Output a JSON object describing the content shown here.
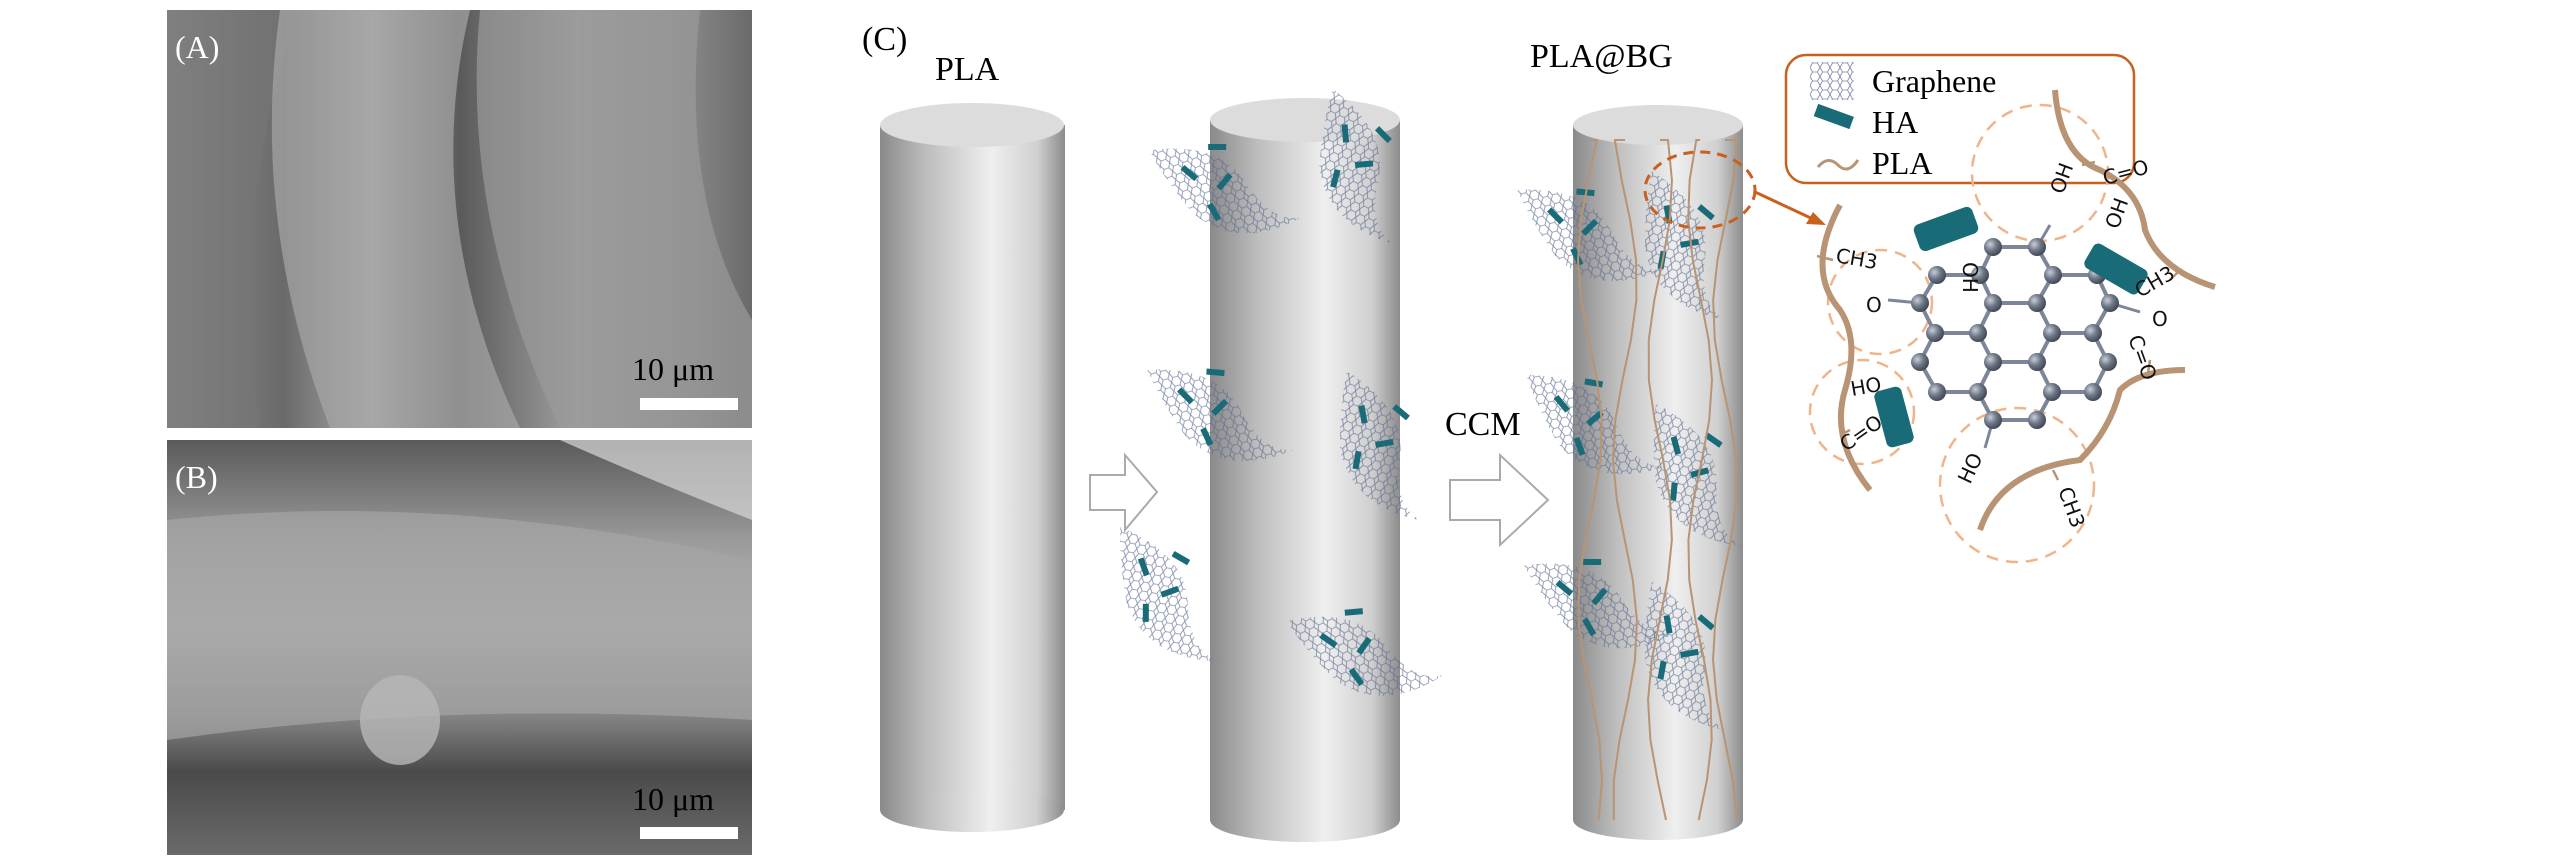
{
  "panels": {
    "a": {
      "label": "(A)",
      "scale_bar": "10 μm"
    },
    "b": {
      "label": "(B)",
      "scale_bar": "10 μm"
    },
    "c": {
      "label": "(C)"
    }
  },
  "schematic": {
    "pla_label": "PLA",
    "ccm_label": "CCM",
    "plabg_label": "PLA@BG"
  },
  "legend": {
    "items": [
      {
        "icon": "graphene-icon",
        "label": "Graphene"
      },
      {
        "icon": "ha-rod-icon",
        "label": "HA"
      },
      {
        "icon": "pla-chain-icon",
        "label": "PLA"
      }
    ]
  },
  "groups": {
    "oh_top": "OH",
    "oh_rod_left": "OH",
    "oh_rod_right": "OH",
    "ch3_left": "CH3",
    "ch3_right": "CH3",
    "ch3_bottom": "CH3",
    "o_left": "O",
    "o_right": "O",
    "co_top": "C=O",
    "co_right": "C=O",
    "co_bottom_left": "C=O",
    "ho_left": "HO",
    "ho_bottom": "HO"
  },
  "colors": {
    "ha": "#1a6b78",
    "pla": "#b89474",
    "accent": "#c8601e",
    "atom": "#6f7888",
    "dashed": "#f0b48a"
  }
}
